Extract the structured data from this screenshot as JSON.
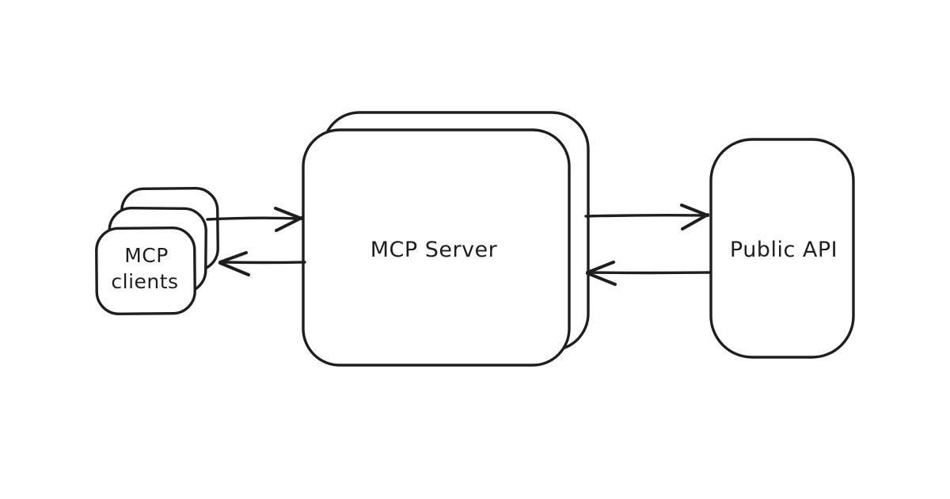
{
  "colors": {
    "background": "#ffffff",
    "stroke": "#1e1e1e"
  },
  "diagram": {
    "nodes": {
      "clients": {
        "label_line1": "MCP",
        "label_line2": "clients",
        "stack_count": 3
      },
      "server": {
        "label": "MCP Server",
        "stack_count": 2
      },
      "api": {
        "label": "Public API",
        "stack_count": 1
      }
    },
    "arrows": [
      {
        "name": "clients-to-server",
        "direction": "right"
      },
      {
        "name": "server-to-clients",
        "direction": "left"
      },
      {
        "name": "server-to-api",
        "direction": "right"
      },
      {
        "name": "api-to-server",
        "direction": "left"
      }
    ]
  }
}
